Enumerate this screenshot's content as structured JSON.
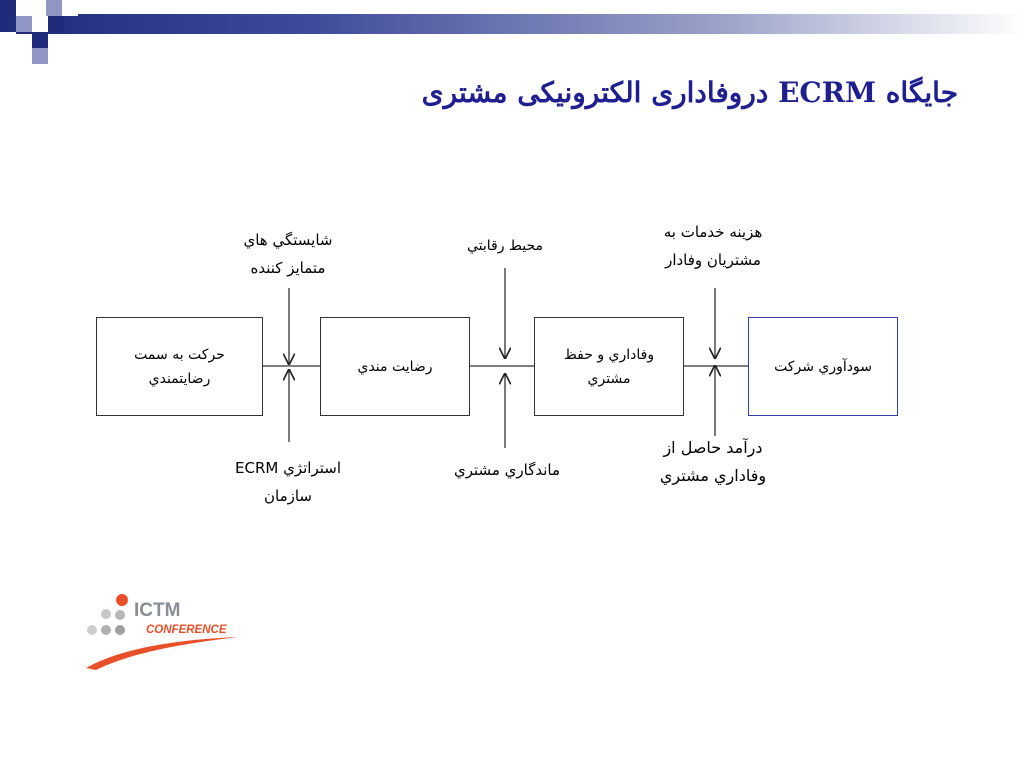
{
  "title": "جایگاه ECRM دروفاداری الکترونیکی مشتری",
  "boxes": {
    "b1": [
      "حركت به سمت",
      "رضايتمندي"
    ],
    "b2": "رضايت مندي",
    "b3": [
      "وفاداري و حفظ",
      "مشتري"
    ],
    "b4": "سودآوري شركت"
  },
  "labels": {
    "competencies": [
      "شايستگي هاي",
      "متمايز كننده"
    ],
    "competition": "محيط رقابتي",
    "cost": [
      "هزينه خدمات به",
      "مشتريان وفادار"
    ],
    "strategy": [
      "استراتژي ECRM",
      "سازمان"
    ],
    "retention": "ماندگاري مشتري",
    "revenue": [
      "درآمد حاصل از",
      "وفاداري مشتري"
    ]
  },
  "logo": {
    "name": "ICTM",
    "sub": "CONFERENCE"
  },
  "colors": {
    "title": "#1f1f8f",
    "band": "#1f2a7a",
    "accent_box": "#2f3fb0",
    "logo_orange": "#e8502a"
  }
}
